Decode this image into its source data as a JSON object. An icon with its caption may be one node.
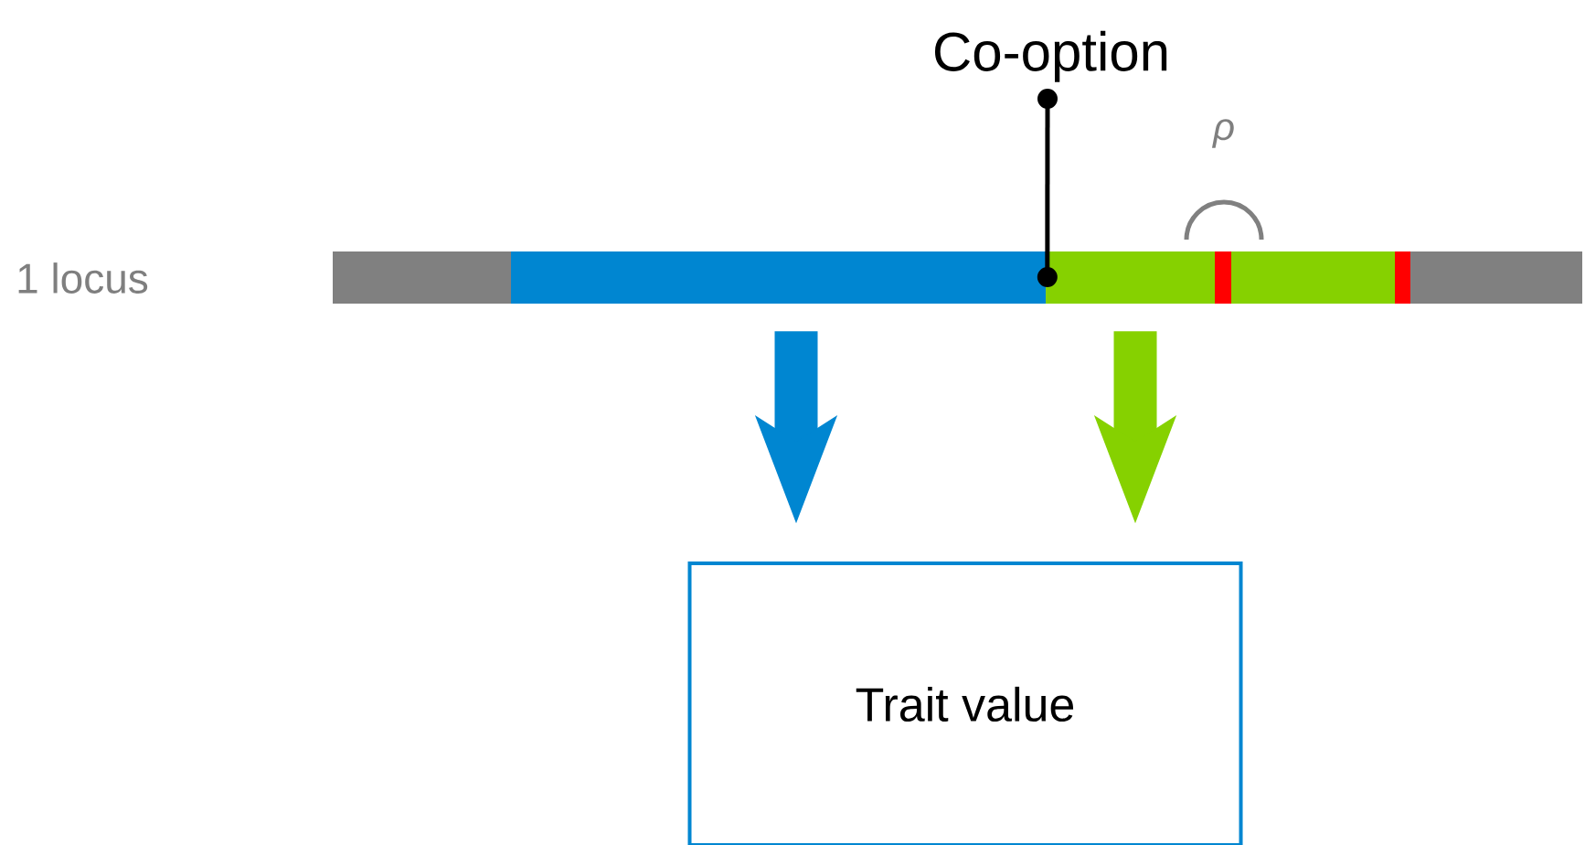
{
  "diagram": {
    "nodes": [
      {
        "text": [
          "Co-option"
        ]
      },
      {
        "text": [],
        "shape": "bar"
      },
      {
        "text": [],
        "shape": "bar"
      },
      {
        "text": [],
        "shape": "bar"
      },
      {
        "text": [],
        "shape": "bar"
      },
      {
        "text": [
          "Trait value"
        ]
      }
    ],
    "edges": [
      {
        "from": 2,
        "to": 5,
        "arrow": "to",
        "color": "#0086d1"
      },
      {
        "from": 3,
        "to": 5,
        "arrow": "to",
        "color": "#86d100"
      },
      {
        "from": 0,
        "to": 3,
        "arrow": "other",
        "color": "#000000"
      }
    ],
    "labels": [
      "ρ",
      "1 locus"
    ]
  }
}
